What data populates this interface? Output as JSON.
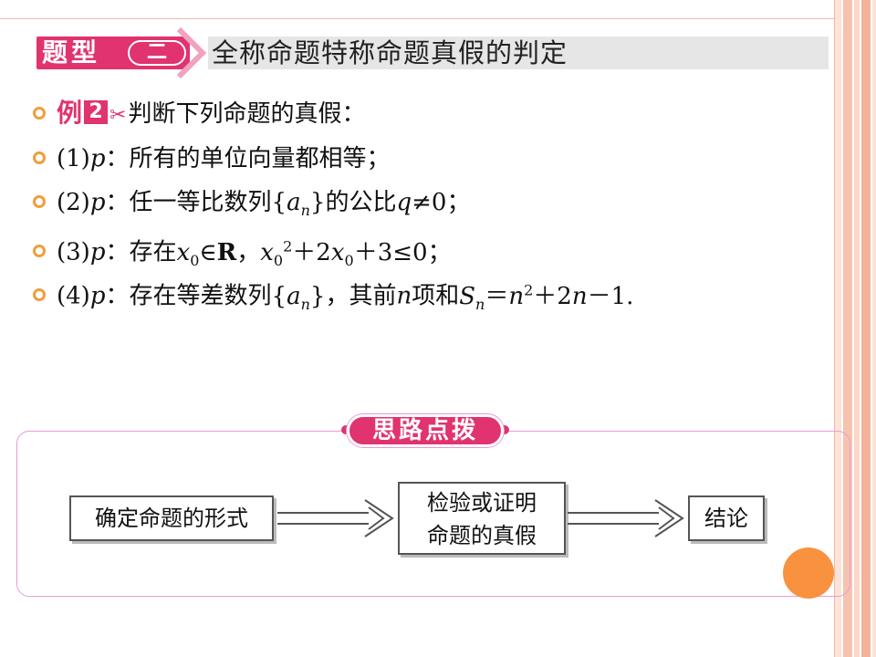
{
  "header": {
    "tag_label": "题型",
    "tag_number": "二",
    "title": "全称命题特称命题真假的判定"
  },
  "example": {
    "label": "例",
    "number": "2",
    "text": "判断下列命题的真假："
  },
  "items": [
    {
      "index": "(1)",
      "var": "p",
      "text": "：所有的单位向量都相等；"
    },
    {
      "index": "(2)",
      "var": "p",
      "text_a": "：任一等比数列",
      "text_b": "的公比",
      "text_c": "；"
    },
    {
      "index": "(3)",
      "var": "p",
      "text_a": "：存在"
    },
    {
      "index": "(4)",
      "var": "p",
      "text_a": "：存在等差数列",
      "text_b": "，其前",
      "text_c": "项和"
    }
  ],
  "hint": {
    "label": "思路点拨",
    "step1": "确定命题的形式",
    "step2_line1": "检验或证明",
    "step2_line2": "命题的真假",
    "step3": "结论"
  },
  "colors": {
    "accent": "#e0336f",
    "bullet": "#f39c3b",
    "stripe_light": "#fbd7c8",
    "stripe_mid": "#f3b39a",
    "orange": "#f8923f"
  }
}
